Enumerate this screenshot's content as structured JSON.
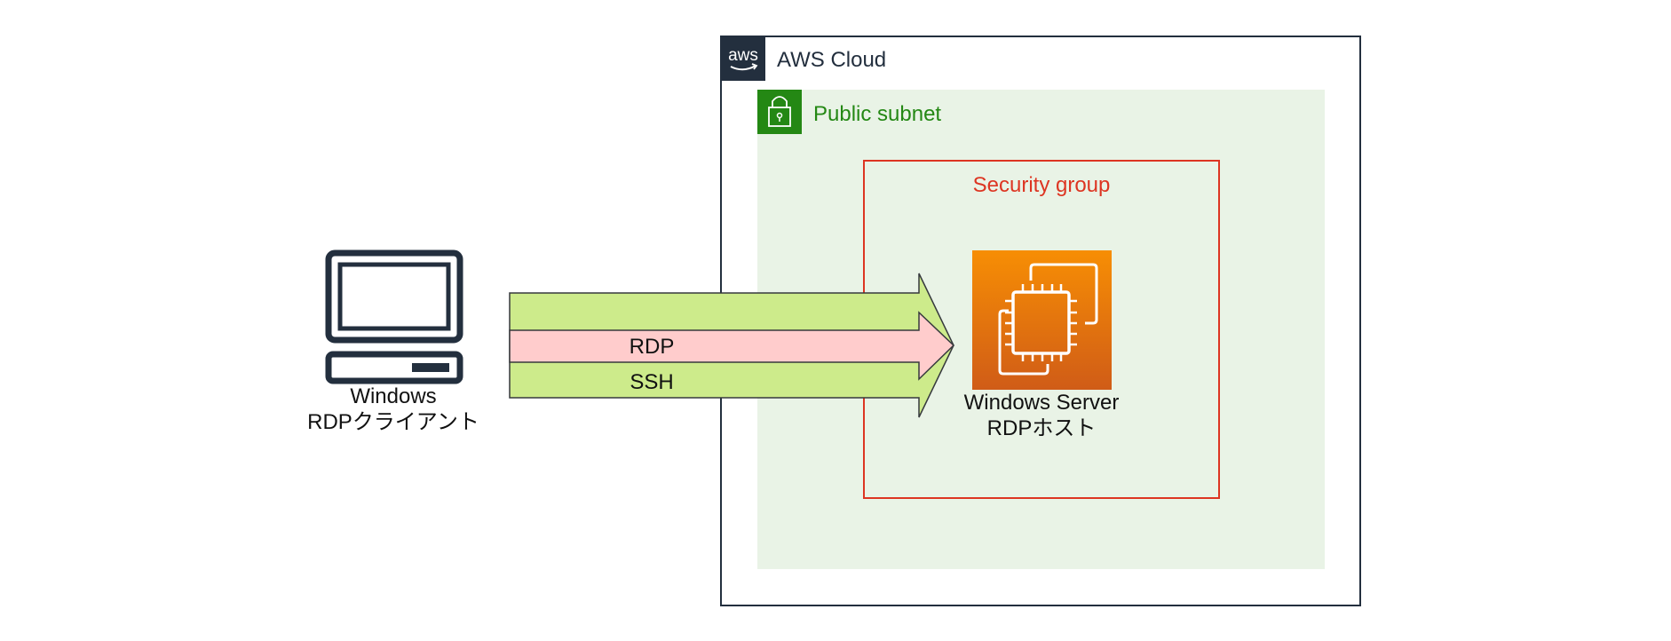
{
  "aws_cloud": {
    "label": "AWS Cloud",
    "logo_text": "aws",
    "icon": "aws-logo-icon",
    "border_color": "#232F3E"
  },
  "public_subnet": {
    "label": "Public subnet",
    "icon": "lock-icon",
    "fill_color": "#E9F3E6",
    "accent_color": "#248814"
  },
  "security_group": {
    "label": "Security group",
    "border_color": "#DD3522"
  },
  "client": {
    "icon": "desktop-computer-icon",
    "label_line1": "Windows",
    "label_line2": "RDPクライアント"
  },
  "server": {
    "icon": "ec2-instance-icon",
    "label_line1": "Windows Server",
    "label_line2": "RDPホスト",
    "gradient_start": "#F78E04",
    "gradient_end": "#D05C17"
  },
  "connections": {
    "rdp_label": "RDP",
    "ssh_label": "SSH",
    "outer_arrow_color": "#CDEB8B",
    "rdp_arrow_color": "#FFCCCC"
  }
}
